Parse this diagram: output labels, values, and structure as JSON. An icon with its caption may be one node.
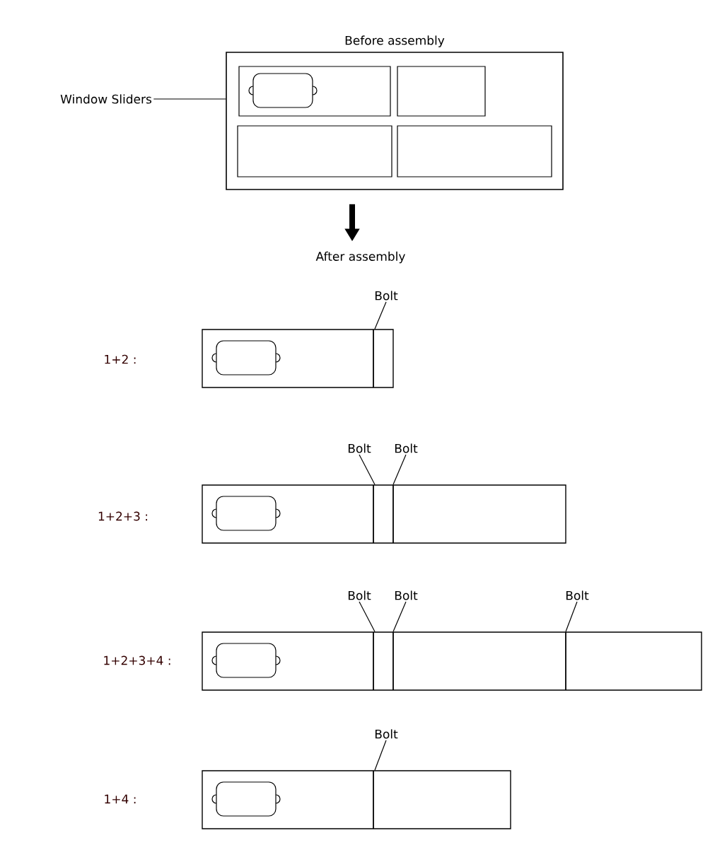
{
  "diagram": {
    "nodes": [
      {
        "text": [
          "Window Sliders"
        ]
      },
      {
        "text": [
          "Before assembly"
        ]
      },
      {
        "text": [],
        "shape": "box",
        "in": 1
      },
      {
        "text": [],
        "shape": "box",
        "in": 1
      },
      {
        "text": [],
        "shape": "box",
        "in": 1
      },
      {
        "text": [],
        "shape": "box",
        "in": 1
      },
      {
        "text": [
          "After assembly"
        ]
      },
      {
        "text": [
          "Bolt"
        ]
      },
      {
        "text": [],
        "shape": "bar"
      },
      {
        "text": [
          "Bolt"
        ]
      },
      {
        "text": [
          "Bolt"
        ]
      },
      {
        "text": [],
        "shape": "bar"
      },
      {
        "text": [
          "Bolt"
        ]
      },
      {
        "text": [
          "Bolt"
        ]
      },
      {
        "text": [
          "Bolt"
        ]
      },
      {
        "text": [],
        "shape": "bar"
      },
      {
        "text": [
          "Bolt"
        ]
      },
      {
        "text": [],
        "shape": "bar"
      }
    ],
    "edges": [
      {
        "from": 0,
        "to": 1,
        "arrow": "none"
      },
      {
        "from": 1,
        "to": 6,
        "arrow": "to",
        "style": "thick"
      },
      {
        "from": 7,
        "to": 8,
        "arrow": "none"
      },
      {
        "from": 9,
        "to": 11,
        "arrow": "none"
      },
      {
        "from": 10,
        "to": 11,
        "arrow": "none"
      },
      {
        "from": 12,
        "to": 15,
        "arrow": "none"
      },
      {
        "from": 13,
        "to": 15,
        "arrow": "none"
      },
      {
        "from": 14,
        "to": 15,
        "arrow": "none"
      },
      {
        "from": 16,
        "to": 17,
        "arrow": "none"
      }
    ],
    "labels": [
      "1+2 :",
      "1+2+3 :",
      "1+2+3+4 :",
      "1+4 :"
    ]
  }
}
